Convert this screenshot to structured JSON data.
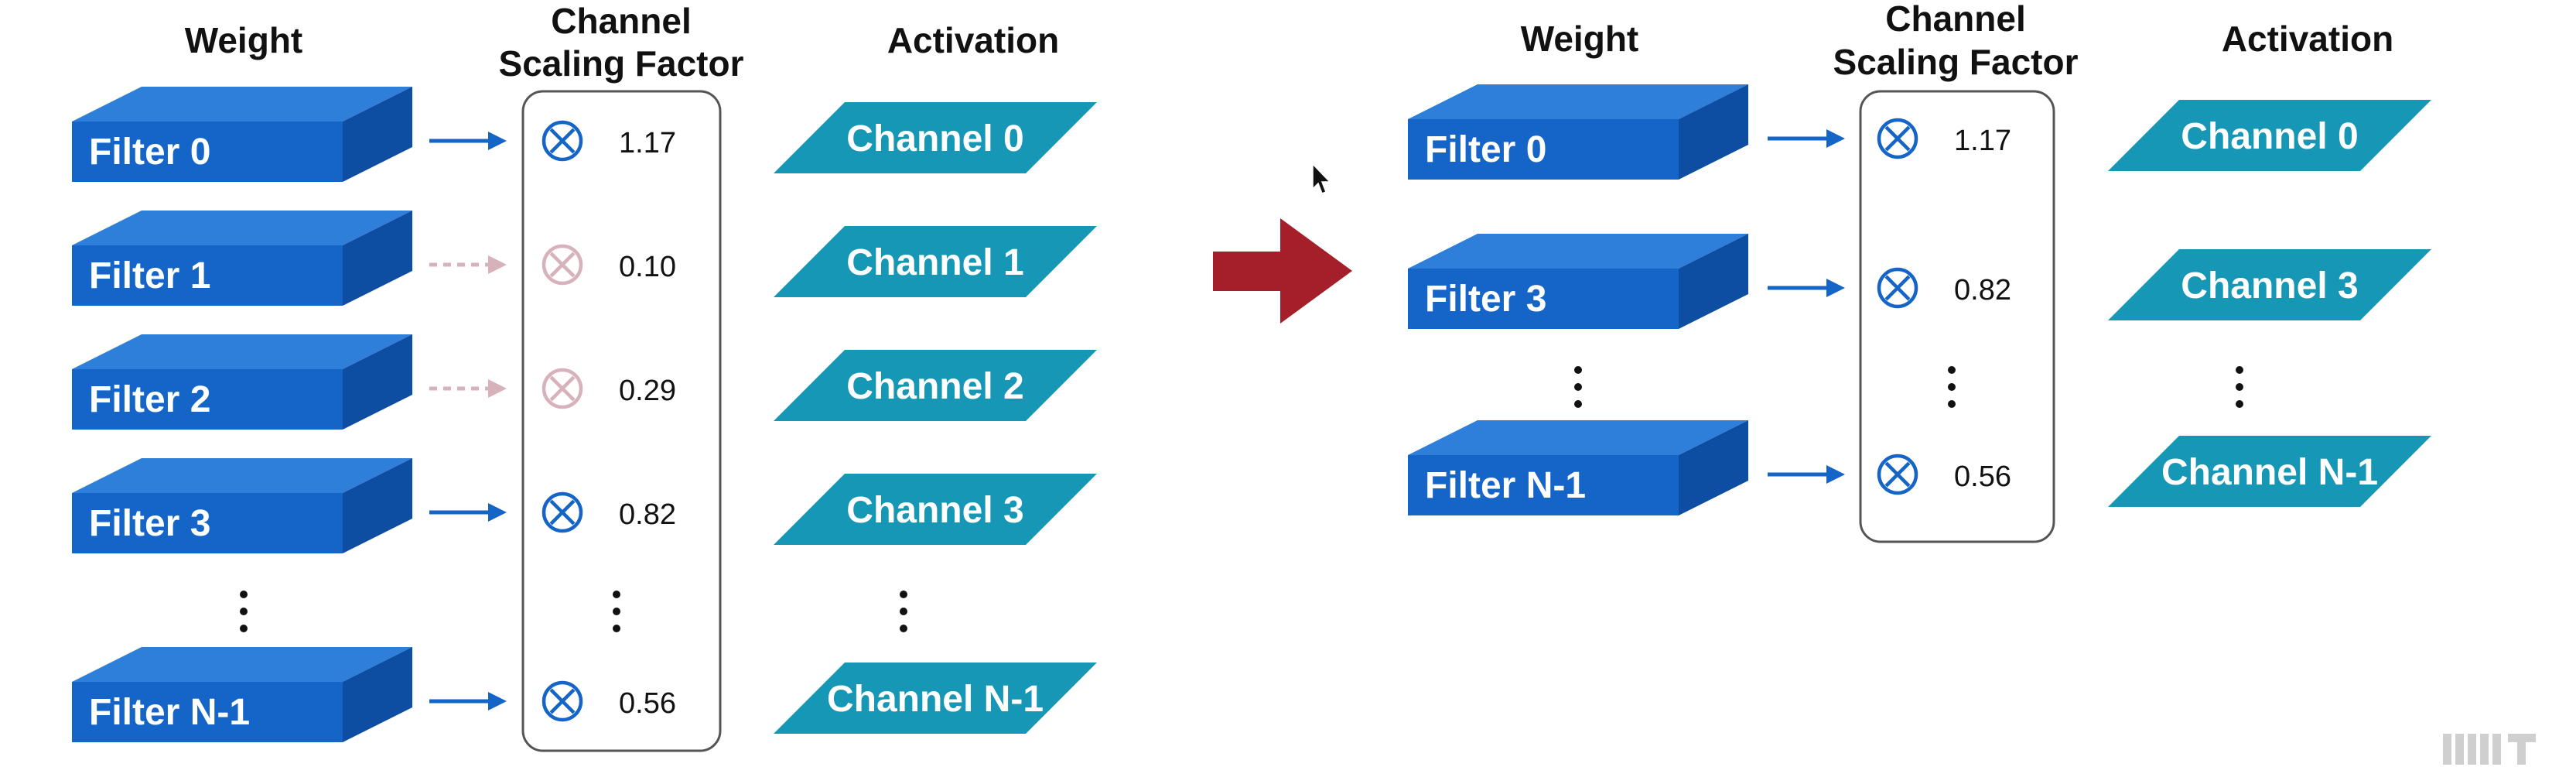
{
  "colors": {
    "filter_front": "#1565c8",
    "filter_top": "#2d7fd9",
    "filter_side": "#0d4ea3",
    "channel": "#1797b6",
    "arrow_kept": "#1565c8",
    "arrow_pruned": "#d8b2bb",
    "multiply_kept": "#1565c8",
    "multiply_pruned": "#d8b2bb",
    "transition_arrow": "#a41f2a",
    "bracket": "#555555"
  },
  "before": {
    "headers": {
      "weight": "Weight",
      "scaling_line1": "Channel",
      "scaling_line2": "Scaling Factor",
      "activation": "Activation"
    },
    "rows": [
      {
        "filter": "Filter 0",
        "factor": "1.17",
        "channel": "Channel 0",
        "pruned": false
      },
      {
        "filter": "Filter 1",
        "factor": "0.10",
        "channel": "Channel 1",
        "pruned": true
      },
      {
        "filter": "Filter 2",
        "factor": "0.29",
        "channel": "Channel 2",
        "pruned": true
      },
      {
        "filter": "Filter 3",
        "factor": "0.82",
        "channel": "Channel 3",
        "pruned": false
      },
      {
        "ellipsis": true
      },
      {
        "filter": "Filter N-1",
        "factor": "0.56",
        "channel": "Channel N-1",
        "pruned": false
      }
    ]
  },
  "after": {
    "headers": {
      "weight": "Weight",
      "scaling_line1": "Channel",
      "scaling_line2": "Scaling Factor",
      "activation": "Activation"
    },
    "rows": [
      {
        "filter": "Filter 0",
        "factor": "1.17",
        "channel": "Channel 0",
        "pruned": false
      },
      {
        "filter": "Filter 3",
        "factor": "0.82",
        "channel": "Channel 3",
        "pruned": false
      },
      {
        "ellipsis": true
      },
      {
        "filter": "Filter N-1",
        "factor": "0.56",
        "channel": "Channel N-1",
        "pruned": false
      }
    ]
  },
  "watermark": "MIT"
}
